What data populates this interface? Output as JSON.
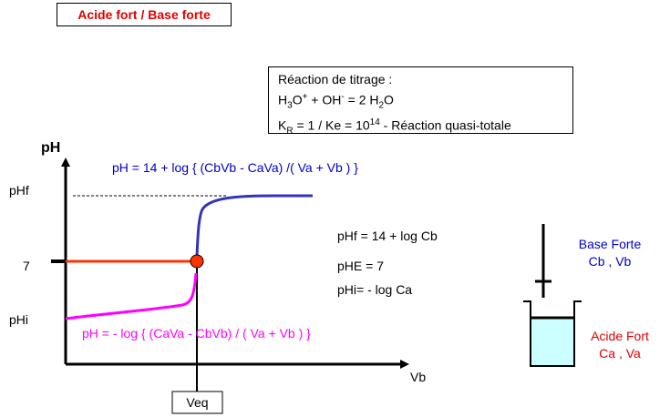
{
  "title": "Acide fort / Base forte",
  "reaction": {
    "heading": "Réaction de titrage :",
    "line2": {
      "a": "H",
      "a_sub": "3",
      "b": "O",
      "b_sup": "+",
      "c": " + OH",
      "c_sup": "-",
      "d": " = 2 H",
      "d_sub": "2",
      "e": "O"
    },
    "line3": {
      "a": "K",
      "a_sub": "R",
      "b": " = 1 / Ke = 10",
      "b_sup": "14",
      "c": " - Réaction quasi-totale"
    }
  },
  "axes": {
    "y_label": "pH",
    "x_label": "Vb",
    "tick_phf": "pHf",
    "tick_7": "7",
    "tick_phi": "pHi",
    "veq": "Veq"
  },
  "formulas": {
    "upper": "pH = 14 + log { (CbVb - CaVa) /( Va + Vb ) }",
    "lower": "pH = - log { (CaVa - CbVb) / ( Va + Vb ) }",
    "phf": "pHf = 14 + log Cb",
    "phe": "pHE = 7",
    "phi": "pHi= - log Ca"
  },
  "apparatus": {
    "base_name": "Base Forte",
    "base_vars": "Cb , Vb",
    "acid_name": "Acide Fort",
    "acid_vars": "Ca , Va"
  },
  "colors": {
    "title": "#e00000",
    "upper_curve": "#3333bb",
    "lower_curve": "#ff00ff",
    "neutral_line": "#ff3300",
    "eq_point": "#ff3300",
    "base_text": "#0000cc",
    "acid_text": "#e00000",
    "solution": "#ccffff"
  }
}
